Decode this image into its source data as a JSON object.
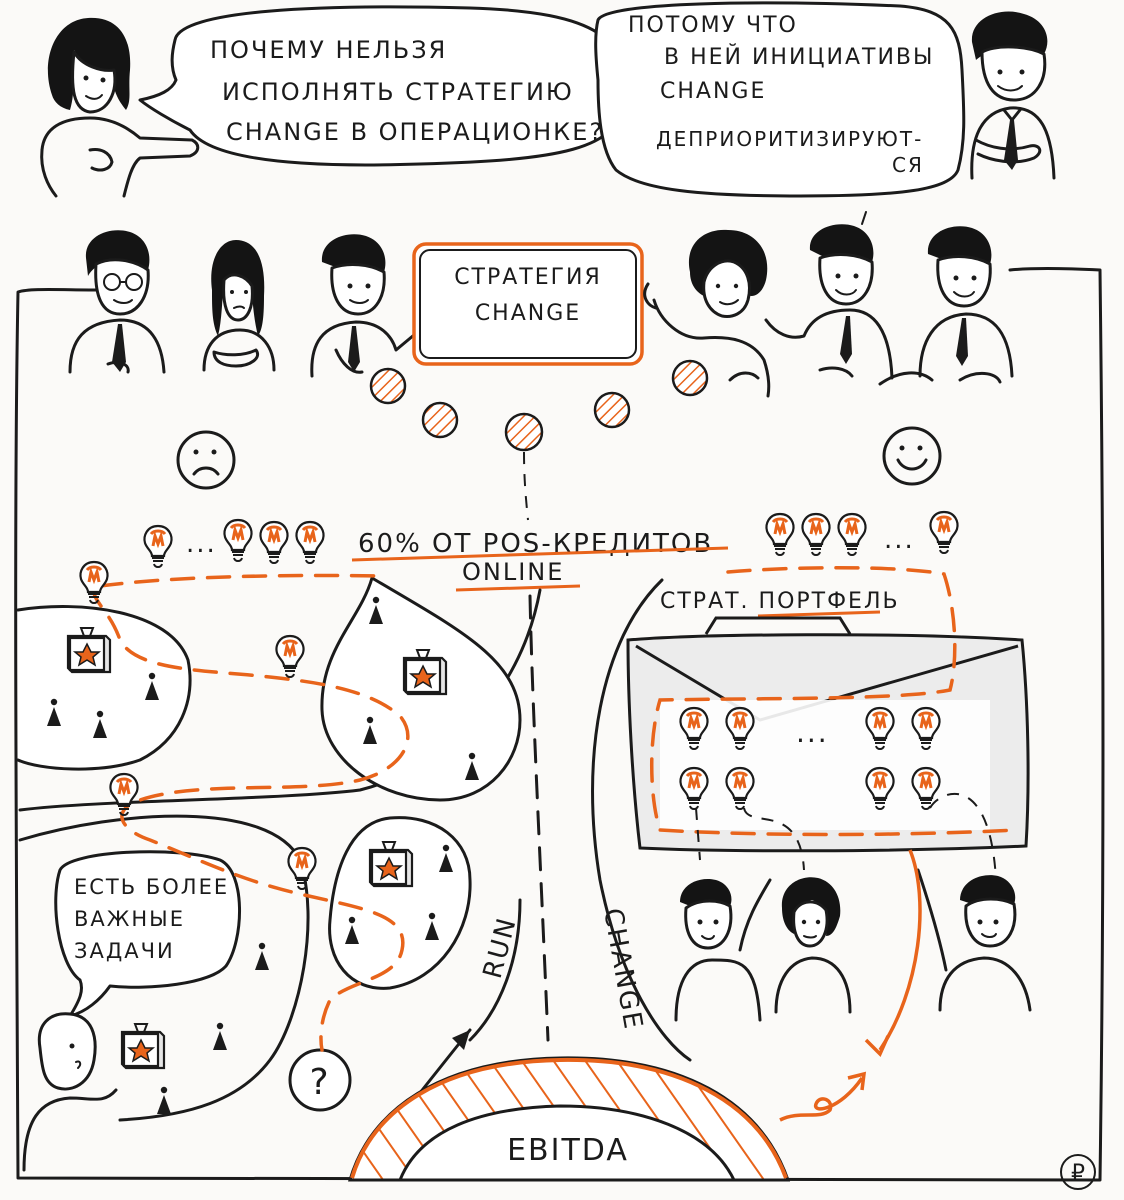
{
  "dialogue": {
    "question": [
      "ПОЧЕМУ НЕЛЬЗЯ",
      "ИСПОЛНЯТЬ СТРАТЕГИЮ",
      "CHANGE В ОПЕРАЦИОНКЕ?"
    ],
    "answer": [
      "ПОТОМУ ЧТО",
      "В НЕЙ ИНИЦИАТИВЫ",
      "CHANGE",
      "ДЕПРИОРИТИЗИРУЮТ-",
      "СЯ"
    ]
  },
  "board": {
    "lines": [
      "СТРАТЕГИЯ",
      "CHANGE"
    ]
  },
  "goal": {
    "line1": "60% ОТ POS-КРЕДИТОВ",
    "line2": "ONLINE"
  },
  "portfolio_label": "СТРАТ. ПОРТФЕЛЬ",
  "ellipsis": "...",
  "run_label": "RUN",
  "change_label": "CHANGE",
  "base_label": "EBITDA",
  "bubble_more_important": [
    "ЕСТЬ БОЛЕЕ",
    "ВАЖНЫЕ",
    "ЗАДАЧИ"
  ],
  "question_mark": "?",
  "signature": "₽",
  "colors": {
    "accent": "#e8641b",
    "ink": "#1b1b1b",
    "paper": "#fbfaf8"
  },
  "icons": [
    "sad-face-icon",
    "happy-face-icon",
    "lightbulb-icon",
    "star-box-icon",
    "person-pin-icon",
    "briefcase-icon",
    "question-circle-icon",
    "ruble-icon"
  ]
}
